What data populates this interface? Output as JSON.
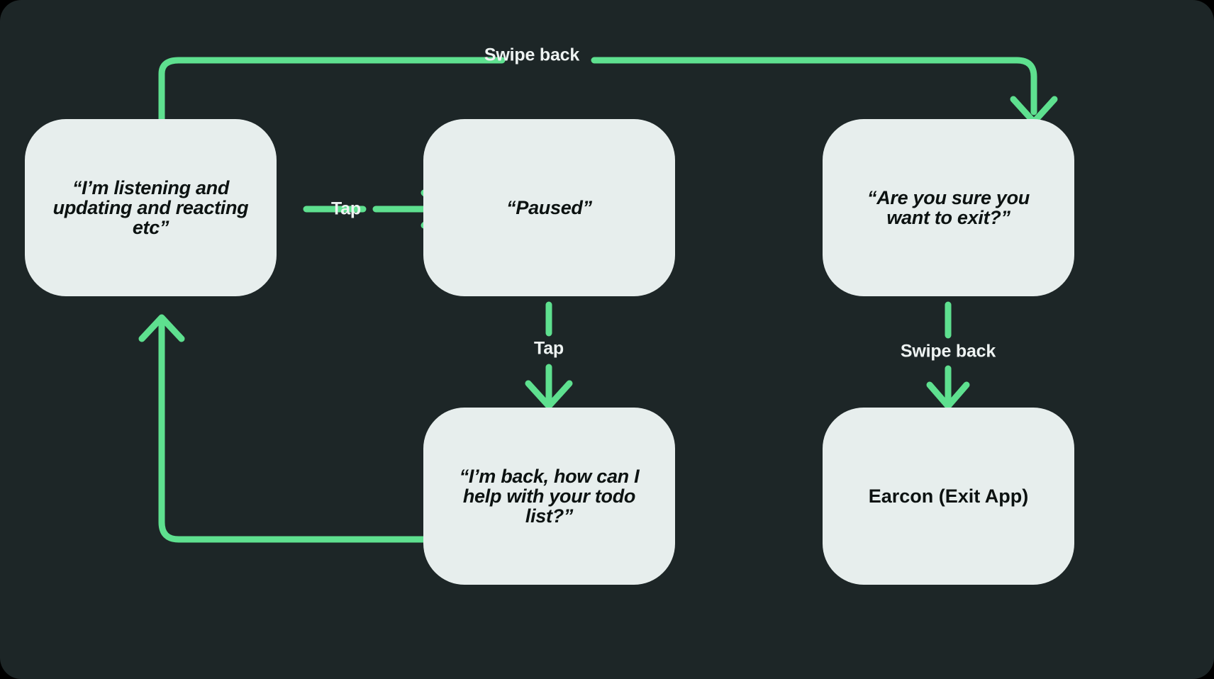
{
  "diagram": {
    "title": "Voice assistant pause and exit flow",
    "background_color": "#1d2627",
    "node_fill_color": "#e7eeed",
    "accent_color": "#5ee08f",
    "label_text_color": "#eef3f2",
    "node_text_color": "#0c1211"
  },
  "nodes": [
    {
      "id": "listening",
      "label": "“I’m listening and\nupdating and reacting\netc”",
      "style": "quote"
    },
    {
      "id": "paused",
      "label": "“Paused”",
      "style": "quote"
    },
    {
      "id": "confirm-exit",
      "label": "“Are you sure you\nwant to exit?”",
      "style": "quote"
    },
    {
      "id": "back",
      "label": "“I’m back, how can I\nhelp with your todo\nlist?”",
      "style": "quote"
    },
    {
      "id": "earcon",
      "label": "Earcon (Exit App)",
      "style": "plain"
    }
  ],
  "edges": [
    {
      "id": "swipe-back-top",
      "label": "Swipe back",
      "from": "listening",
      "to": "confirm-exit",
      "direction": "right"
    },
    {
      "id": "tap-horizontal",
      "label": "Tap",
      "from": "listening",
      "to": "paused",
      "direction": "right"
    },
    {
      "id": "tap-vertical",
      "label": "Tap",
      "from": "paused",
      "to": "back",
      "direction": "down"
    },
    {
      "id": "swipe-back-bottom",
      "label": "Swipe back",
      "from": "confirm-exit",
      "to": "earcon",
      "direction": "down"
    },
    {
      "id": "return-loop",
      "label": "",
      "from": "back",
      "to": "listening",
      "direction": "up"
    }
  ]
}
